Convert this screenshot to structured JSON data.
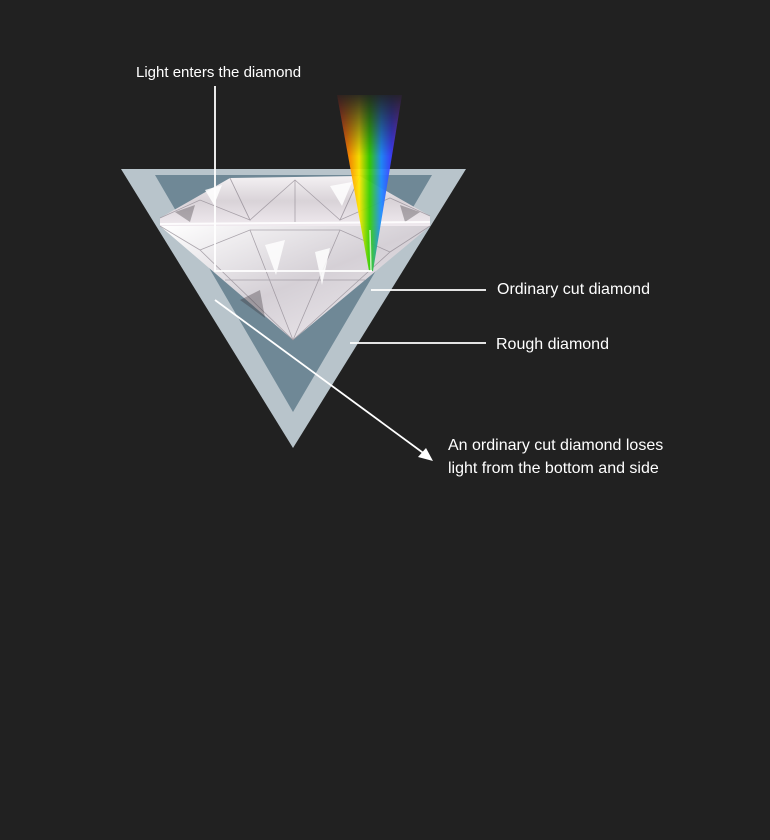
{
  "labels": {
    "light_enters": "Light enters the diamond",
    "ordinary_cut": "Ordinary cut diamond",
    "rough": "Rough diamond",
    "loss_line1": "An ordinary cut diamond loses",
    "loss_line2": "light from the bottom and side"
  },
  "colors": {
    "background": "#212121",
    "rough_outer": "#b8c4cb",
    "rough_inner": "#6f8896",
    "text": "#ffffff"
  }
}
